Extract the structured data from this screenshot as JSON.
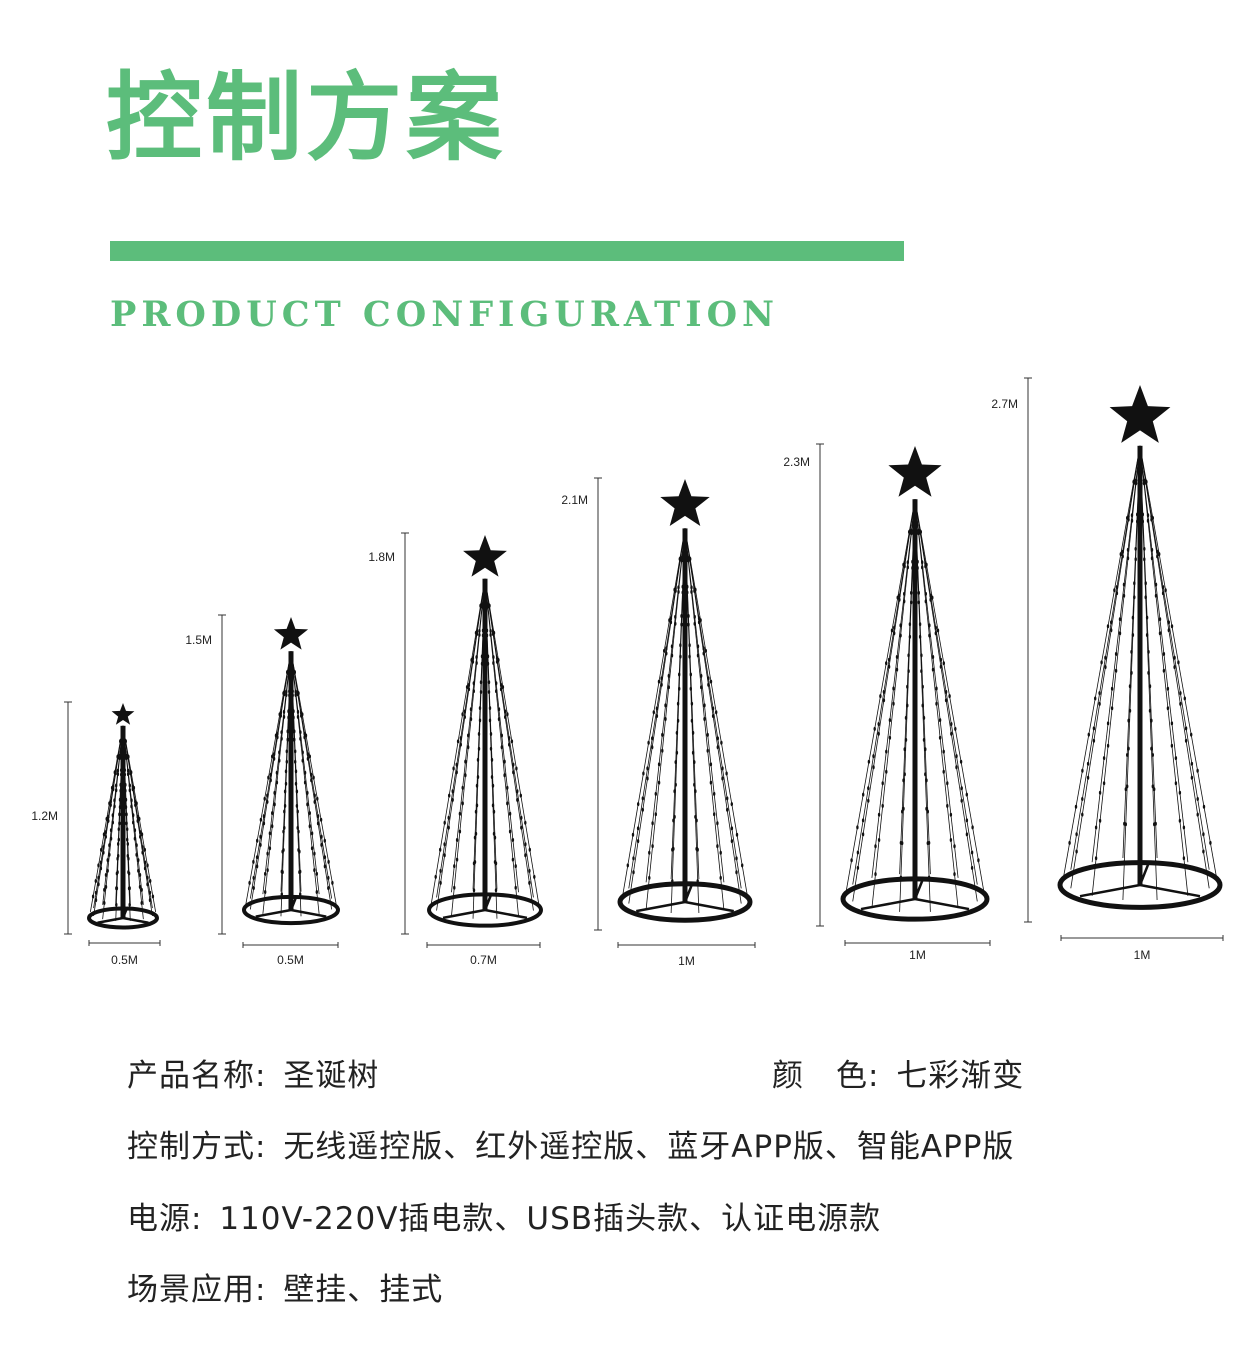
{
  "header": {
    "title": "控制方案",
    "subtitle": "PRODUCT CONFIGURATION"
  },
  "colors": {
    "accent": "#5cbd7b",
    "tree": "#111111"
  },
  "trees": [
    {
      "height": "1.2M",
      "width": "0.5M"
    },
    {
      "height": "1.5M",
      "width": "0.5M"
    },
    {
      "height": "1.8M",
      "width": "0.7M"
    },
    {
      "height": "2.1M",
      "width": "1M"
    },
    {
      "height": "2.3M",
      "width": "1M"
    },
    {
      "height": "2.7M",
      "width": "1M"
    }
  ],
  "specs": {
    "name_key": "产品名称:",
    "name_val": "圣诞树",
    "color_key": "颜　色:",
    "color_val": "七彩渐变",
    "control_key": "控制方式:",
    "control_val": "无线遥控版、红外遥控版、蓝牙APP版、智能APP版",
    "power_key": "电源:",
    "power_val": "110V-220V插电款、USB插头款、认证电源款",
    "scene_key": "场景应用:",
    "scene_val": "壁挂、挂式"
  }
}
